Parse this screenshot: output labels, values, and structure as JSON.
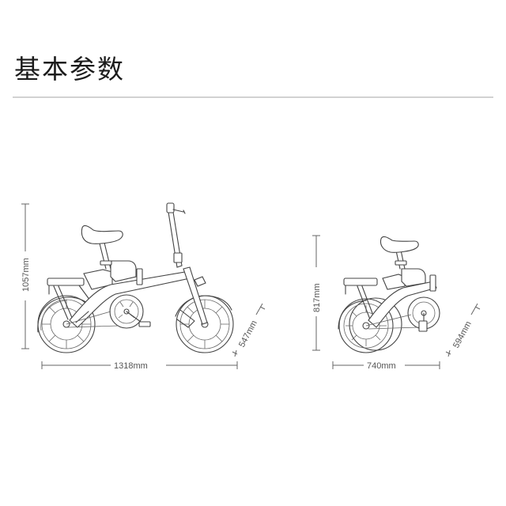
{
  "header": {
    "title": "基本参数"
  },
  "unfolded_bike": {
    "label": "unfolded e-bike side view",
    "height": "1057mm",
    "length": "1318mm",
    "width": "547mm"
  },
  "folded_bike": {
    "label": "folded e-bike side view",
    "height": "817mm",
    "length": "740mm",
    "width": "594mm"
  },
  "colors": {
    "line": "#444444",
    "dimension": "#666666",
    "divider": "#d2d2d2",
    "background": "#ffffff"
  }
}
